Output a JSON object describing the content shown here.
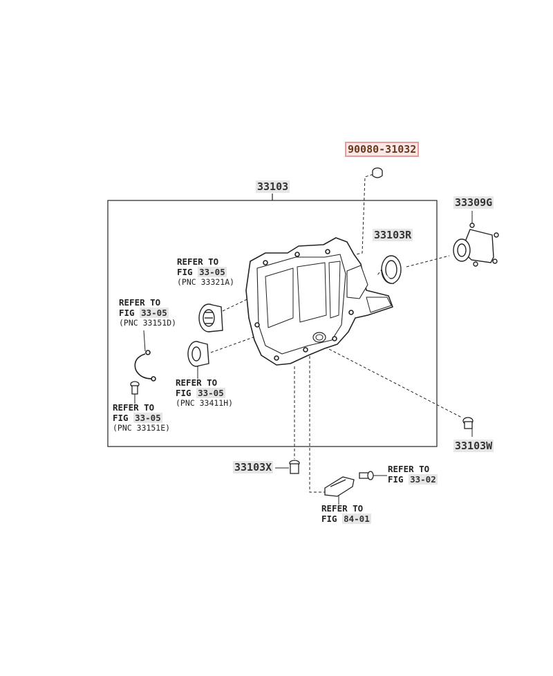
{
  "labels": {
    "part_90080": "90080-31032",
    "part_33103": "33103",
    "part_33309G": "33309G",
    "part_33103R": "33103R",
    "part_33103W": "33103W",
    "part_33103X": "33103X"
  },
  "refs": {
    "ref_33321A": {
      "line1": "REFER TO",
      "fig_prefix": "FIG",
      "fig": "33-05",
      "pnc": "(PNC 33321A)"
    },
    "ref_33151D": {
      "line1": "REFER TO",
      "fig_prefix": "FIG",
      "fig": "33-05",
      "pnc": "(PNC 33151D)"
    },
    "ref_33411H": {
      "line1": "REFER TO",
      "fig_prefix": "FIG",
      "fig": "33-05",
      "pnc": "(PNC 33411H)"
    },
    "ref_33151E": {
      "line1": "REFER TO",
      "fig_prefix": "FIG",
      "fig": "33-05",
      "pnc": "(PNC 33151E)"
    },
    "ref_33_02": {
      "line1": "REFER TO",
      "fig_prefix": "FIG",
      "fig": "33-02"
    },
    "ref_84_01": {
      "line1": "REFER TO",
      "fig_prefix": "FIG",
      "fig": "84-01"
    }
  },
  "colors": {
    "line": "#222222",
    "label_bg": "#e6e6e6",
    "highlight_border": "#e79a9a",
    "highlight_bg": "#fbe7e7"
  }
}
